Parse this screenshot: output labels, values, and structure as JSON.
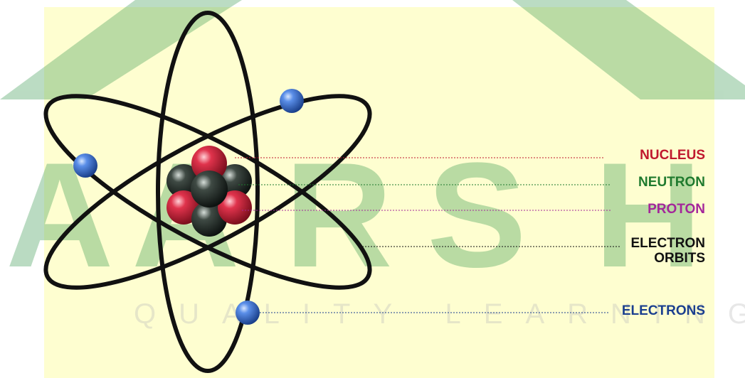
{
  "watermark": {
    "brand_letters": [
      "A",
      "A",
      "R",
      "S",
      "H"
    ],
    "tagline": "QUALITY LEARNING"
  },
  "labels": {
    "nucleus": "NUCLEUS",
    "neutron": "NEUTRON",
    "proton": "PROTON",
    "electron_orbits_line1": "ELECTRON",
    "electron_orbits_line2": "ORBITS",
    "electrons": "ELECTRONS"
  },
  "colors": {
    "background_panel": "#fefed0",
    "watermark_green": "#49a35c",
    "orbit": "#111111",
    "electron": "#2f63c4",
    "proton": "#d0213a",
    "neutron": "#2f3a34",
    "label_nucleus": "#c0182e",
    "label_neutron": "#1f7a2e",
    "label_proton": "#a4269a",
    "label_orbits": "#111111",
    "label_electrons": "#1b3f8f"
  }
}
